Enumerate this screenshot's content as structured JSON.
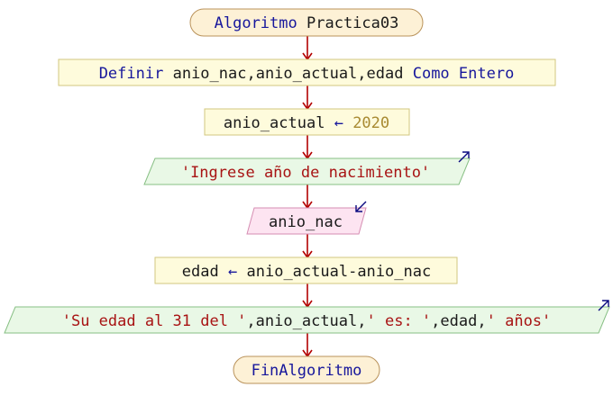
{
  "colors": {
    "terminal_fill": "#fdf1d6",
    "terminal_stroke": "#b9925a",
    "process_fill": "#fefbdc",
    "process_stroke": "#d2c77f",
    "output_fill": "#e9f8e6",
    "output_stroke": "#87bf84",
    "input_fill": "#fde4f1",
    "input_stroke": "#d58db2",
    "arrow": "#b30000",
    "keyword": "#17179c",
    "identifier": "#1a1a1a",
    "string": "#a81414",
    "number": "#a88a32",
    "io_arrow": "#0a0a80"
  },
  "flowchart": {
    "start": {
      "keyword": "Algoritmo",
      "name": "Practica03"
    },
    "definir": {
      "keyword": "Definir",
      "vars": "anio_nac,anio_actual,edad",
      "type_keyword": "Como Entero"
    },
    "assign1": {
      "target": "anio_actual",
      "arrow": "←",
      "value": "2020"
    },
    "output1": {
      "text": "'Ingrese año de nacimiento'"
    },
    "input1": {
      "text": "anio_nac"
    },
    "assign2": {
      "target": "edad",
      "arrow": "←",
      "expr": "anio_actual-anio_nac"
    },
    "output2": {
      "str1": "'Su edad al 31 del '",
      "sep1": ",",
      "var1": "anio_actual",
      "sep2": ",",
      "str2": "' es: '",
      "sep3": ",",
      "var2": "edad",
      "sep4": ",",
      "str3": "' años'"
    },
    "end": {
      "keyword": "FinAlgoritmo"
    }
  }
}
